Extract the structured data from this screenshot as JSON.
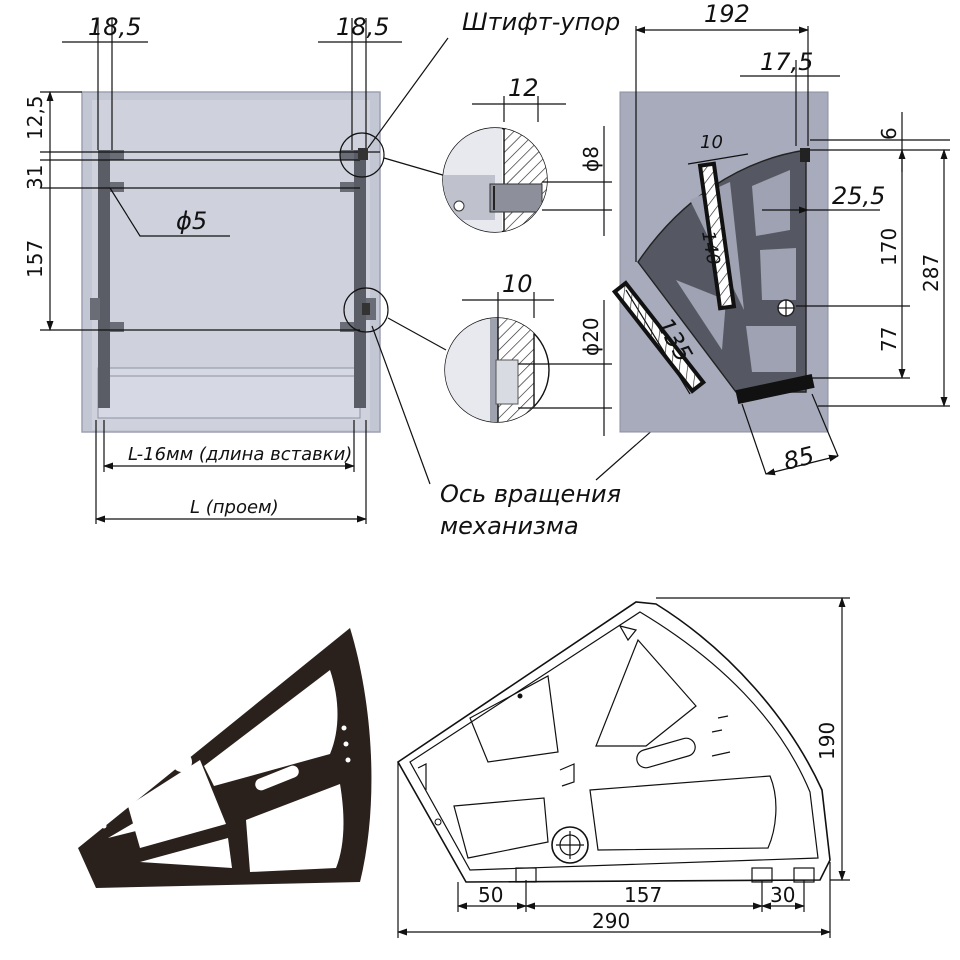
{
  "front_view": {
    "dims": {
      "left_offset": "18,5",
      "right_offset": "18,5",
      "top": "12,5",
      "pin_gap": "31",
      "height": "157",
      "hole": "ϕ5",
      "insert_length": "L-16мм (длина вставки)",
      "opening": "L (проем)"
    }
  },
  "callouts": {
    "stop_pin": "Штифт-упор",
    "pivot_axis_line1": "Ось вращения",
    "pivot_axis_line2": "механизма"
  },
  "detail_top": {
    "width": "12",
    "dia": "ϕ8"
  },
  "detail_bottom": {
    "width": "10",
    "dia": "ϕ20"
  },
  "side_view": {
    "dims": {
      "width": "192",
      "offset": "17,5",
      "top_gap": "6",
      "pivot_offset": "25,5",
      "upper": "170",
      "total": "287",
      "lower": "77",
      "slot_width": "10",
      "upper_slot": "140",
      "lower_slot": "135",
      "foot": "85"
    }
  },
  "bottom_drawing": {
    "dims": {
      "left": "50",
      "middle": "157",
      "right": "30",
      "total": "290",
      "height": "190"
    }
  },
  "colors": {
    "panel": "#bfc3d0",
    "panel_dark": "#9ea3b4",
    "bracket": "#2a211c",
    "rail": "#4a4d57"
  }
}
